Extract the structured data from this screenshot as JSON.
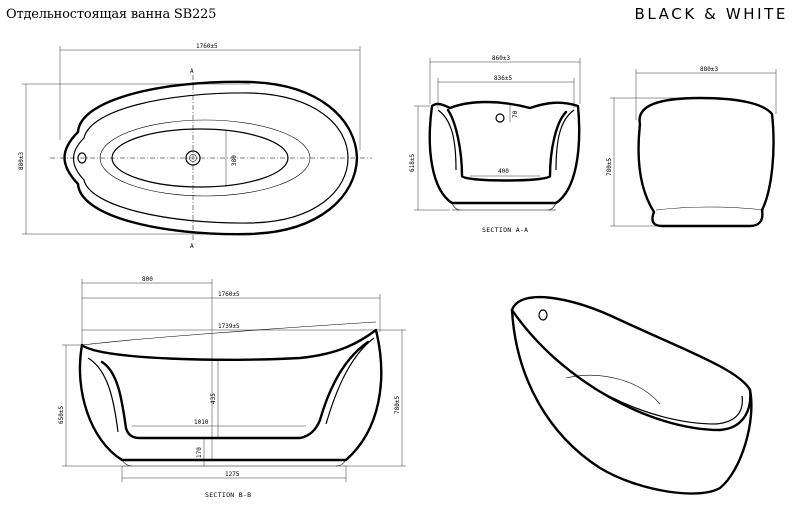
{
  "header": {
    "title": "Отдельностоящая ванна SB225",
    "brand": "BLACK & WHITE"
  },
  "top_view": {
    "length": "1760±5",
    "width": "880±3",
    "inner_width": "380"
  },
  "section_a": {
    "label": "SECTION A-A",
    "outer_width": "860±3",
    "inner_width": "836±5",
    "height": "618±5",
    "bottom_width": "400",
    "overflow": "70"
  },
  "side_view": {
    "width": "880±3",
    "height": "780±5"
  },
  "section_b": {
    "label": "SECTION B-B",
    "drain_offset": "800",
    "length": "1760±5",
    "rim_length": "1739±5",
    "height_right": "780±5",
    "height_left": "650±5",
    "depth": "435",
    "bottom_length": "1010",
    "floor_length": "1275",
    "drain_height": "170"
  }
}
